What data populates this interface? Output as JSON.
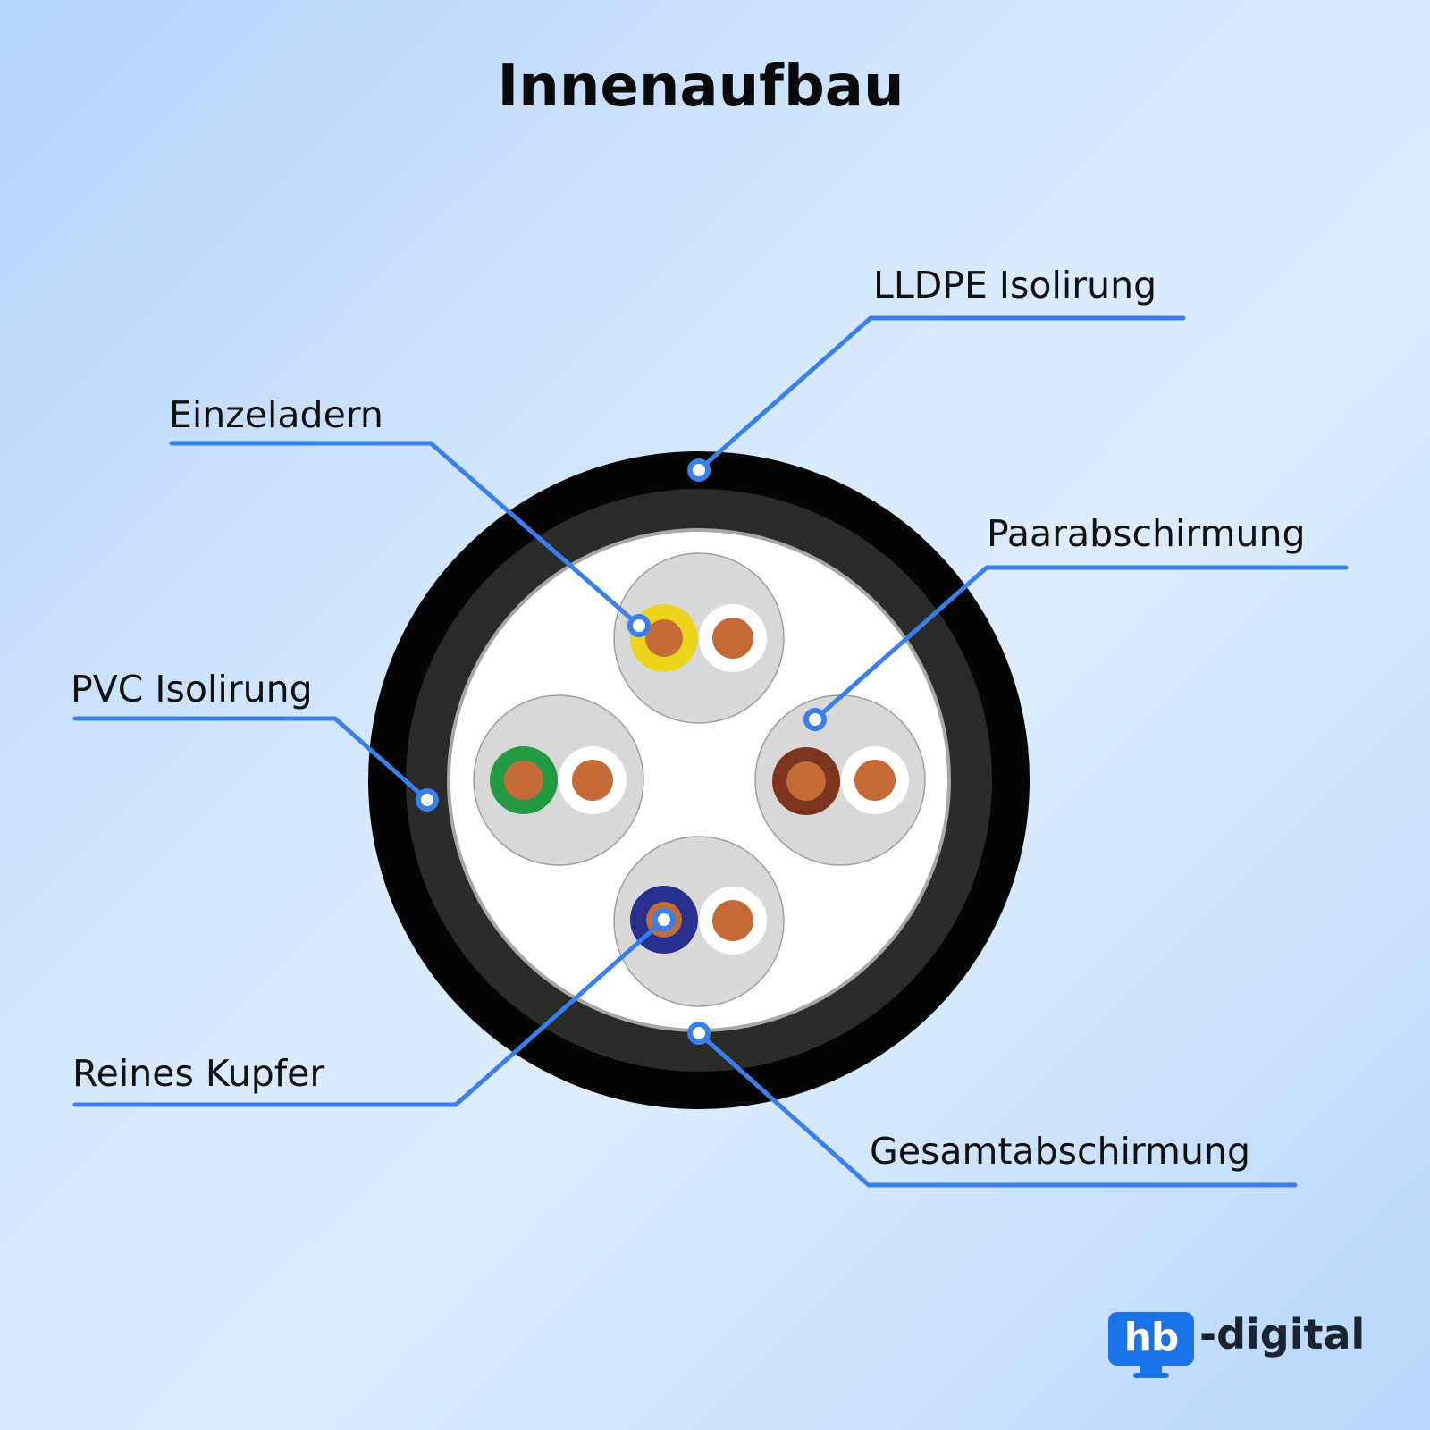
{
  "title": "Innenaufbau",
  "labels": {
    "lldpe": "LLDPE Isolirung",
    "einzeladern": "Einzeladern",
    "paarabschirmung": "Paarabschirmung",
    "pvc": "PVC Isolirung",
    "reines_kupfer": "Reines Kupfer",
    "gesamtabschirmung": "Gesamtabschirmung"
  },
  "logo": {
    "badge": "hb",
    "suffix": "-digital"
  },
  "colors": {
    "callout_line": "#3a80ec",
    "outer_jacket": "#050505",
    "inner_jacket": "#2b2b2b",
    "core_fill": "#ffffff",
    "pair_shield": "#d8d8d8",
    "copper": "#c46b37",
    "pair_yellow": "#ecd41a",
    "pair_green": "#249a45",
    "pair_brown": "#7d341f",
    "pair_blue": "#27308f",
    "logo_blue": "#1a73e8"
  }
}
